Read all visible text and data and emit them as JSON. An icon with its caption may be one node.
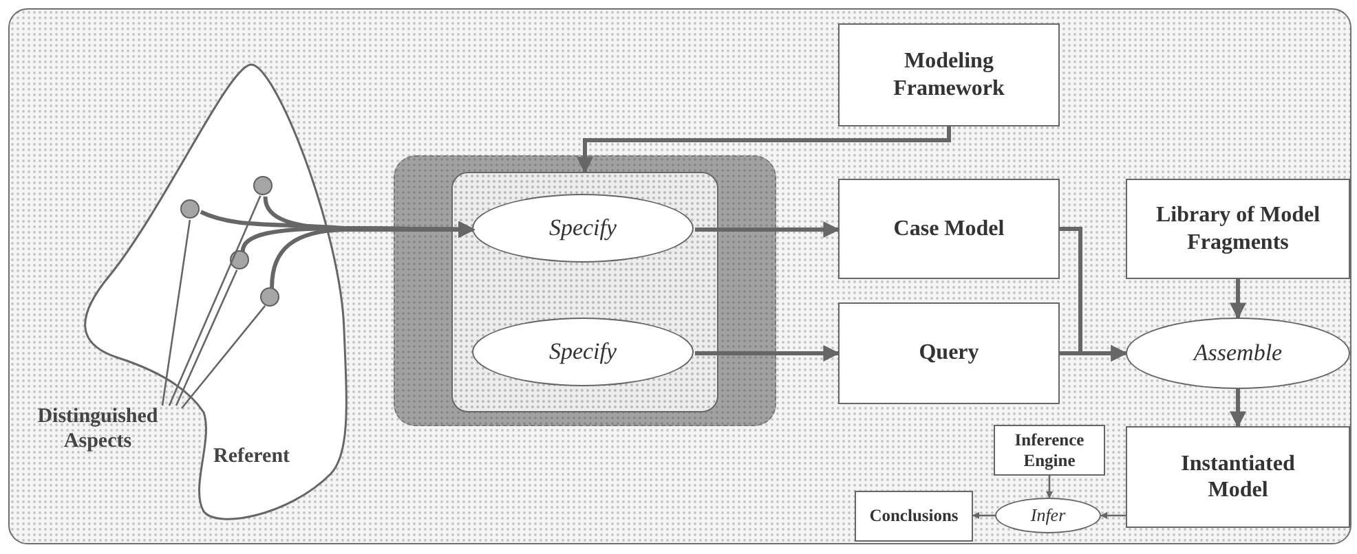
{
  "diagram": {
    "nodes": [
      {
        "text": [
          "Referent"
        ]
      },
      {
        "text": [
          "Distinguished Aspects"
        ]
      },
      {
        "text": [],
        "shape": "circle",
        "in": 0
      },
      {
        "text": [],
        "shape": "circle",
        "in": 0
      },
      {
        "text": [],
        "shape": "circle",
        "in": 0
      },
      {
        "text": [],
        "shape": "circle",
        "in": 0
      },
      {
        "text": [],
        "shape": "box"
      },
      {
        "text": [],
        "shape": "box",
        "in": 6
      },
      {
        "text": [
          "Specify"
        ],
        "in": 7
      },
      {
        "text": [
          "Specify"
        ],
        "in": 7
      },
      {
        "text": [
          "Modeling Framework"
        ]
      },
      {
        "text": [
          "Case Model"
        ]
      },
      {
        "text": [
          "Query"
        ]
      },
      {
        "text": [
          "Library of Model Fragments"
        ]
      },
      {
        "text": [
          "Assemble"
        ]
      },
      {
        "text": [
          "Instantiated Model"
        ]
      },
      {
        "text": [
          "Inference Engine"
        ]
      },
      {
        "text": [
          "Infer"
        ]
      },
      {
        "text": [
          "Conclusions"
        ]
      }
    ],
    "edges": [
      {
        "from": 1,
        "to": 2,
        "arrow": "none"
      },
      {
        "from": 1,
        "to": 3,
        "arrow": "none"
      },
      {
        "from": 1,
        "to": 4,
        "arrow": "none"
      },
      {
        "from": 1,
        "to": 5,
        "arrow": "none"
      },
      {
        "from": 2,
        "to": 8,
        "arrow": "to"
      },
      {
        "from": 3,
        "to": 8,
        "arrow": "to"
      },
      {
        "from": 4,
        "to": 8,
        "arrow": "to"
      },
      {
        "from": 5,
        "to": 8,
        "arrow": "to"
      },
      {
        "from": 10,
        "to": 7,
        "arrow": "to"
      },
      {
        "from": 8,
        "to": 11,
        "arrow": "to"
      },
      {
        "from": 9,
        "to": 12,
        "arrow": "to"
      },
      {
        "from": 11,
        "to": 14,
        "arrow": "to"
      },
      {
        "from": 12,
        "to": 14,
        "arrow": "to"
      },
      {
        "from": 13,
        "to": 14,
        "arrow": "to"
      },
      {
        "from": 14,
        "to": 15,
        "arrow": "to"
      },
      {
        "from": 16,
        "to": 17,
        "arrow": "to"
      },
      {
        "from": 15,
        "to": 17,
        "arrow": "to"
      },
      {
        "from": 17,
        "to": 18,
        "arrow": "to"
      }
    ]
  }
}
